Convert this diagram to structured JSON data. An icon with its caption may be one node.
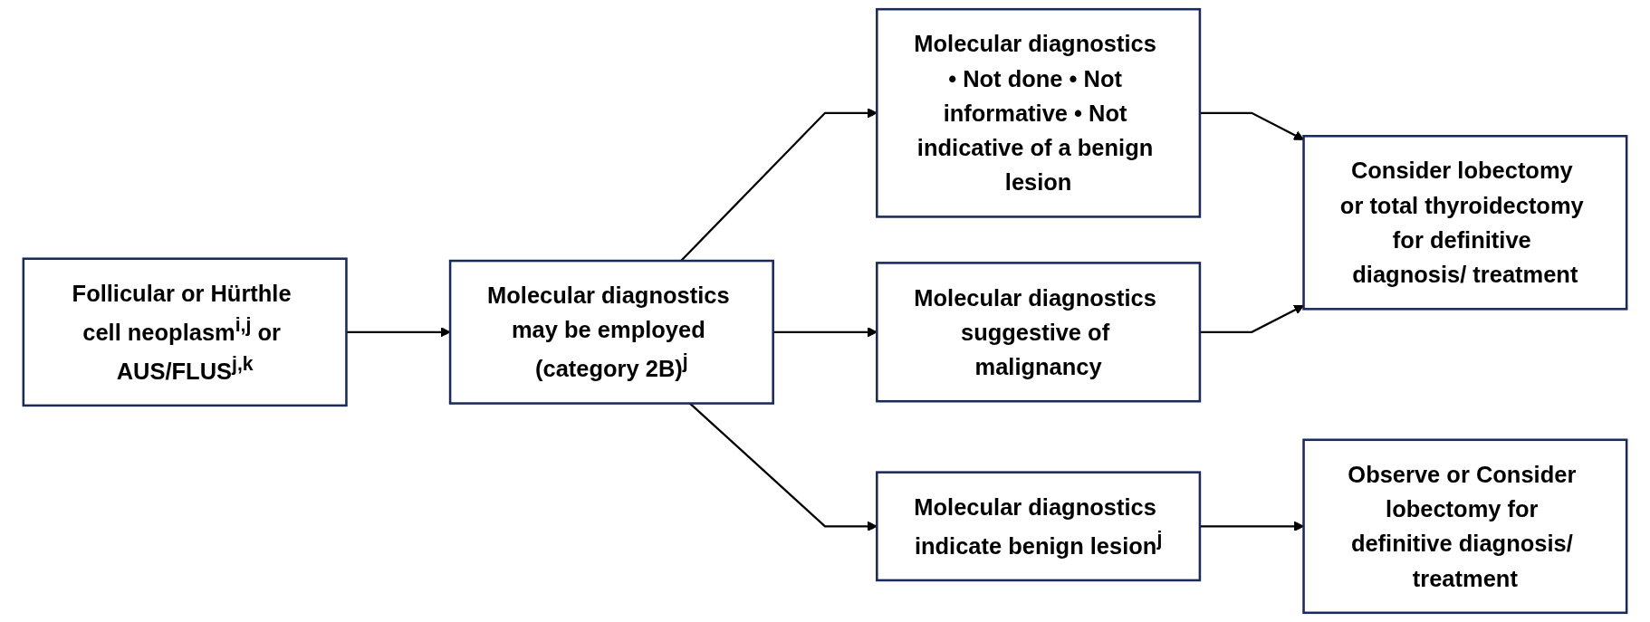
{
  "diagram": {
    "nodes": [
      {
        "text": [
          "Follicular or Hürthle cell neoplasm$^{i,j}$ or AUS/FLUS$^{j,k}$"
        ]
      },
      {
        "text": [
          "Molecular diagnostics may be employed (category 2B)$^{j}$"
        ]
      },
      {
        "text": [
          "Molecular diagnostics • Not done • Not informative • Not indicative of a benign lesion"
        ]
      },
      {
        "text": [
          "Molecular diagnostics suggestive of malignancy"
        ]
      },
      {
        "text": [
          "Molecular diagnostics indicate benign lesion$^{j}$"
        ]
      },
      {
        "text": [
          "Consider lobectomy or total thyroidectomy for definitive diagnosis/ treatment"
        ]
      },
      {
        "text": [
          "Observe or Consider lobectomy for definitive diagnosis/ treatment"
        ]
      }
    ],
    "edges": [
      {
        "from": 0,
        "to": 1,
        "arrow": "to"
      },
      {
        "from": 1,
        "to": 2,
        "arrow": "to"
      },
      {
        "from": 1,
        "to": 3,
        "arrow": "to"
      },
      {
        "from": 1,
        "to": 4,
        "arrow": "to"
      },
      {
        "from": 2,
        "to": 5,
        "arrow": "to"
      },
      {
        "from": 3,
        "to": 5,
        "arrow": "to"
      },
      {
        "from": 4,
        "to": 6,
        "arrow": "to"
      }
    ]
  }
}
